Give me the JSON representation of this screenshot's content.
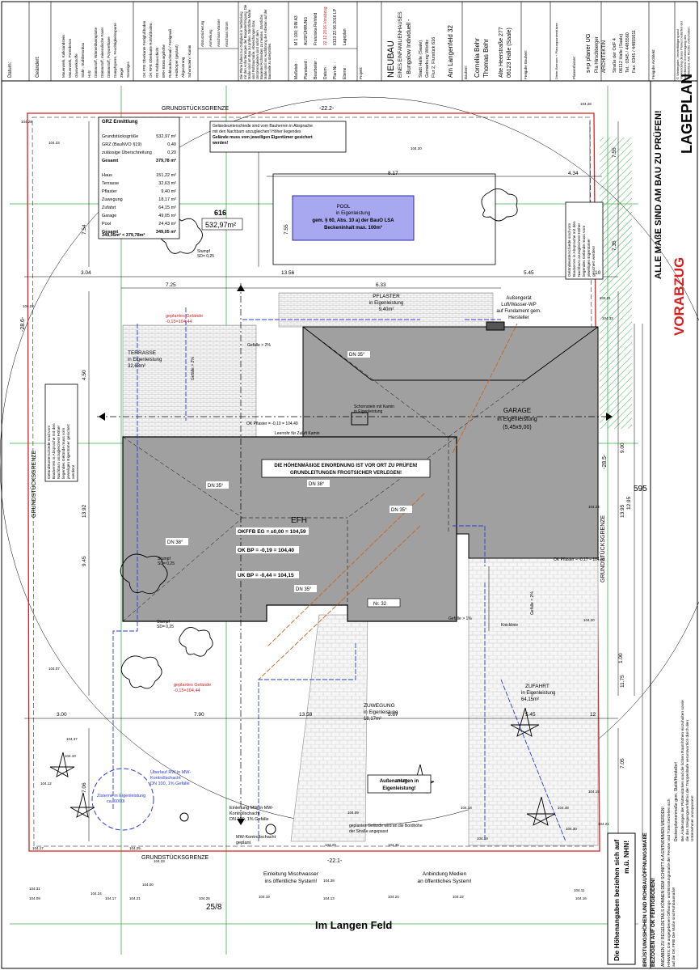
{
  "plan": {
    "site_label": "616",
    "site_area": "532,97m²",
    "boundary_top": "GRUNDSTÜCKSGRENZE",
    "boundary_left": "GRUNDSTÜCKSGRENZE",
    "boundary_right": "GRUNDSTÜCKSGRENZE",
    "boundary_bottom": "GRUNDSTÜCKSGRENZE",
    "street_name": "Im Langen Feld",
    "parcel_bottom": "25/8",
    "neighbour_right": "595",
    "top_dim": "-22.2-",
    "bottom_dim": "-22.1-",
    "left_dim": "-28.6-",
    "right_dim": "-28.5-",
    "grz": {
      "title": "GRZ Ermittlung",
      "rows": [
        {
          "label": "Grundstücksgröße",
          "value": "532,97 m²"
        },
        {
          "label": "GRZ (BauNVO §19)",
          "value": "0,40"
        },
        {
          "label": "zulässige Überschreitung",
          "value": "0,20"
        },
        {
          "label": "Gesamt",
          "value": "379,78 m²"
        },
        {
          "label": "Haus",
          "value": "151,22 m²"
        },
        {
          "label": "Terrasse",
          "value": "32,63 m²"
        },
        {
          "label": "Pflaster",
          "value": "9,40 m²"
        },
        {
          "label": "Zuwegung",
          "value": "18,17 m²"
        },
        {
          "label": "Zufahrt",
          "value": "64,15 m²"
        },
        {
          "label": "Garage",
          "value": "49,05 m²"
        },
        {
          "label": "Pool",
          "value": "24,43 m²"
        },
        {
          "label": "Gesamt",
          "value": "349,05 m²"
        }
      ],
      "footer": "349,05m² < 379,78m²"
    },
    "notice_top": "Geländeunterschiede sind vom Bauherren in Absprache mit den Nachbarn anzugleichen! Höher liegendes Gelände muss vom jeweiligen Eigentümer gesichert werden!",
    "notice_right": "Geländeunterschiede sind vom Bauherren in Absprache mit den Nachbarn anzugleichen! Höher liegendes Gelände muss vom jeweiligen Eigentümer gesichert werden!",
    "notice_left": "Geländeunterschiede sind vom Bauherren in Absprache mit den Nachbarn anzugleichen! Höher liegendes Gelände muss vom jeweiligen Eigentümer gesichert werden!",
    "pool": {
      "title": "POOL",
      "line1": "in Eigenleistung",
      "line2": "gem. § 60, Abs. 10 a) der BauO LSA",
      "line3": "Beckeninhalt max. 100m³"
    },
    "house": {
      "label": "EFH",
      "okffb": "OKFFB EG = ±0,00 = 104,59",
      "okbp": "OK BP = -0,19 = 104,40",
      "ukbp": "UK BP = -0,44 = 104,15",
      "roof": [
        "DN 35°",
        "DN 38°",
        "DN 35°",
        "DN 38°",
        "DN 35°"
      ],
      "number": "Nr. 32"
    },
    "garage": {
      "title": "GARAGE",
      "line1": "in Eigenleistung",
      "line2": "(5,45x9,00)",
      "roof": "DN 35°"
    },
    "terrace": {
      "title": "TERRASSE",
      "line1": "in Eigenleistung",
      "line2": "32,63m²"
    },
    "pflaster": {
      "title": "PFLASTER",
      "line1": "in Eigenleistung",
      "line2": "9,40m²"
    },
    "zuwegung": {
      "title": "ZUWEGUNG",
      "line1": "in Eigenleistung",
      "line2": "18,17m²"
    },
    "zufahrt": {
      "title": "ZUFAHRT",
      "line1": "in Eigenleistung",
      "line2": "64,15m²"
    },
    "heatpump": {
      "line1": "Außengerät",
      "line2": "Luft/Wasser-WP",
      "line3": "auf Fundament gem.",
      "line4": "Hersteller"
    },
    "foundation_notice": {
      "line1": "DIE HÖHENMÄßIGE EINORDNUNG IST VOR ORT ZU PRÜFEN!",
      "line2": "GRUNDLEITUNGEN FROSTSICHER VERLEGEN!"
    },
    "terrain_a": {
      "line1": "geplantes Gelände",
      "line2": "-0,15=104,44"
    },
    "terrain_b": {
      "line1": "geplantes Gelände",
      "line2": "-0,15=104,44"
    },
    "cistern": {
      "line1": "Zisterne in Eigenleistung",
      "line2": "ca. 6000l"
    },
    "aussen": {
      "line1": "Außenanlagen in",
      "line2": "Eigenleistung!"
    },
    "bordhoehe": {
      "line1": "geplantes Gelände wird an die Bordhöhe",
      "line2": "der Straße angepasst"
    },
    "mischwasser": {
      "line1": "Einleitung Mischwasser",
      "line2": "ins öffentliche System!"
    },
    "medien": {
      "line1": "Anbindung Medien",
      "line2": "an öffentliches System!"
    },
    "overflow": {
      "line1": "Überlauf RW in MW-",
      "line2": "Kontrollschacht",
      "line3": "DN 100, 1% Gefälle"
    },
    "mw_shaft": {
      "line1": "Einleitung MW in MW-",
      "line2": "Kontrollschacht",
      "line3": "DN 100, 1% Gefälle"
    },
    "mw_control": {
      "line1": "MW-Kontrollschacht",
      "line2": "geplant"
    },
    "chimney": {
      "line1": "Schornstein mit Kamin",
      "line2": "in Eigenleistung"
    },
    "kamin_line": "Leerrohr für Zuluft Kamin",
    "stumpf_a": {
      "line1": "Stumpf",
      "line2": "SD= 0,25"
    },
    "stumpf_b": {
      "line1": "Stumpf",
      "line2": "SD= 0,25"
    },
    "stumpf_c": {
      "line1": "Stumpf",
      "line2": "SD= 0,25"
    },
    "pflaster_bottom": "OK Pflaster = -0,17 = 104,42",
    "pflaster_top": "OK Pflaster = -0,10 = 104,49",
    "gefaelle": [
      "Gefälle > 2%",
      "Gefälle > 2%",
      "Gefälle > 2%",
      "Gefälle > 1%"
    ],
    "knick": "Knicklinie",
    "stamp_vertical": "ALLE MAßE SIND AM BAU ZU PRÜFEN!",
    "vorabzug": "VORABZUG",
    "heights_note_a": "Die Höhenangaben beziehen sich auf",
    "heights_note_b": "m.ü. NHN!",
    "dims": {
      "top_5": "8.17",
      "top_6": "4.34",
      "row_a": "7.25",
      "row_b": "6.33",
      "left_a": "3.04",
      "left_b": "13.56",
      "left_c": "5.45",
      "left_d": "10",
      "bottom_a": "7.90",
      "bottom_b": "5.67",
      "bottom_c": "3.00",
      "bottom_d": "13.58",
      "bottom_e": "5.45",
      "bottom_f": "12",
      "vert_a": "7.54",
      "vert_b": "4.50",
      "vert_c": "13.92",
      "vert_d": "9.45",
      "vert_e": "7.06",
      "vert_f": "7.55",
      "vert_g": "13.95",
      "vert_h": "9.00",
      "vert_i": "11.75",
      "vert_j": "7.05",
      "vert_k": "1.00",
      "vert_l": "7.55",
      "vert_m": "7.35",
      "vert_n": "12.95"
    },
    "heights": [
      "104.28",
      "104.23",
      "104.23",
      "104.30",
      "104.28",
      "104.31",
      "104.33",
      "104.24",
      "104.20",
      "104.15",
      "104.07",
      "104.37",
      "104.10",
      "104.12",
      "104.25",
      "104.00",
      "104.21",
      "104.33",
      "104.09",
      "104.17",
      "104.37",
      "104.35",
      "104.20",
      "104.38",
      "104.19",
      "104.24",
      "104.22",
      "104.11",
      "104.16",
      "104.30",
      "104.21",
      "104.48",
      "104.18",
      "104.09",
      "104.13",
      "104.24",
      "104.17",
      "104.25",
      "104.31",
      "104.19"
    ]
  },
  "titleblock": {
    "revisions": [
      "Datum:",
      "Geändert:"
    ],
    "legend": [
      "Mauerwerk, Kalksandstein",
      "Mauerwerk, Porenbeton",
      "Glaswerkstoffe",
      "Stahl-, Stahlbetonbau",
      "Holz",
      "Dämmstoff, Wärmedämmplatte",
      "Dämmstoff, mineralische Faser",
      "Dämmstoff, Polyurethane",
      "Dampfsperre, Feuchtigkeitssperre",
      "Ziegel",
      "Sonstiges"
    ],
    "heights_legend": [
      "OK FFB  Oberkante Fertigfußboden",
      "OK RFB  Oberkante Rohfußboden",
      "RS  Rohbauschicht",
      "BRH  Brüstungshöhe",
      "Rohbaubruchmaß / Fertigmaß",
      "Heizkörper (geplant)",
      "Abgasstrang",
      "Schornstein / Kamin"
    ],
    "legend_symbols": [
      "Absturzsicherung",
      "Anmerkung",
      "Anschluss Wasser",
      "Anschluss Strom"
    ],
    "disclaimer": "Die Pläne haben nur Gültigkeit in Verbindung mit den Anforderungen der Baugenehmigung. Die Maße sind am Bau zu prüfen. Sämtliche Maße sind Rohbaumaße. Abweichungen bzw. Unstimmigkeiten sind sofort dem Bauleiter/Architekten zu melden. Sämtliche Maße sind vor Ausführung der Arbeiten auf der Baustelle zu überprüfen.",
    "meta": [
      {
        "label": "Maßstab :",
        "value": "M 1:100; DIN A3"
      },
      {
        "label": "Planstand :",
        "value": "AUSFÜHRUNG"
      },
      {
        "label": "Bearbeiter :",
        "value": "Franziska Rehfeld"
      },
      {
        "label": "Datum :",
        "value": "22.12.2016 Vorabzug"
      },
      {
        "label": "Plan-Nr. :",
        "value": "8133 22.06.2016 LP"
      },
      {
        "label": "Ebene :",
        "value": "Lageplan"
      }
    ],
    "project_label": "Projekt:",
    "project_title": "NEUBAU",
    "project_sub1": "EINES EINFAMILIENHAUSES",
    "project_sub2": "- Bungalow Individuell -",
    "project_loc1": "Stadt Halle (Saale)",
    "project_loc2": "Gemarkung Wörlitz",
    "project_loc3": "Flur 2, Flurstück 616",
    "project_street": "Am Langenfeld 32",
    "client_label": "Bauherr:",
    "client_name1": "Cornelia Behr",
    "client_name2": "Thomas Behr",
    "client_addr1": "Alte Heerstraße 277",
    "client_addr2": "06123 Halle (Saale)",
    "approval_label": "Freigabe Bauherr:",
    "service_label": "Dieter-Bernsen + Planungsunterstützer:",
    "planner_label": "Planverfasser:",
    "office_name": "s+p planer UG",
    "office_sub": "Pia Hirschberger",
    "office_sub2": "ARCHITEKTIN",
    "office_addr1": "Straße der OdF 4",
    "office_addr2": "06112 Halle (Saale)",
    "office_tel": "Tel.: 0345 / 4485560",
    "office_fax": "Fax: 0345 / 44855611",
    "approval_label2": "Freigabe Architekt:",
    "copyright": "© Weitergabe, Vervielfältigung und Verwendung dieses Planes bedürfen der schriftlichen Genehmigung des Architekten. Alle Rechte vorbehalten.",
    "drawing_title": "LAGEPLAN",
    "bottom_note1": "BRÜSTUNGSHÖHEN UND ROHBAUÖFFNUNGSMAßE",
    "bottom_note2": "BEZOGEN AUF OK FERTIGBODEN!",
    "bottom_note3": "ANGABEN ZU REGELDETAILS KÖNNEN DEM SCHNITT A-A ENTNOMMEN WERDEN!",
    "bottom_note4": "HINWEIS: Die angegebenen Öffnungs- und Brüstungsmaße der Fenster und Türen beziehen sich auf die OK FFB! Die Maße sind Rohbaumaße!",
    "bottom_note5": "Deckenpfannenmaße gem. Statik/Hersteller!",
    "bottom_note6": "Bei Änderungen der Plattenstärken sind die lichten Raumhöhen einzuhalten sowie die das Steigungsverhältnis der Treppenläufe verantwortlich durch den Unternehmer anzupassen!"
  }
}
